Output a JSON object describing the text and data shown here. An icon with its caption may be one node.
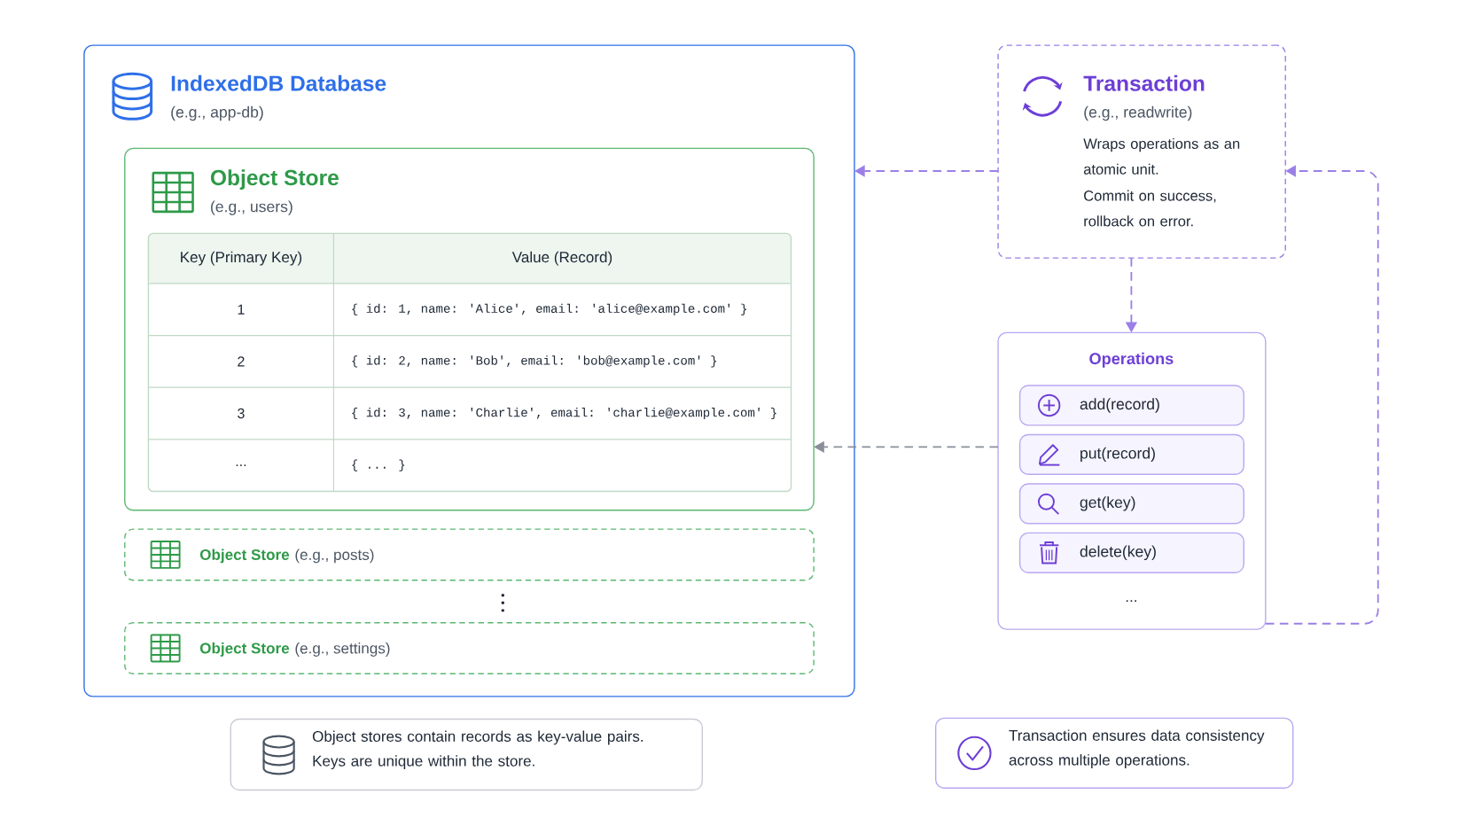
{
  "diagram": {
    "nodes": [
      {
        "text": [
          "IndexedDB Database",
          "(e.g., app-db)"
        ]
      },
      {
        "text": [
          "Object Store",
          "(e.g., users)"
        ],
        "in": 0
      },
      {
        "text": [
          "Object Store",
          "(e.g., posts)"
        ],
        "in": 0
      },
      {
        "text": [
          "Object Store",
          "(e.g., settings)"
        ],
        "in": 0
      },
      {
        "text": [
          "Transaction",
          "(e.g., readwrite)",
          "Wraps operations as an atomic unit.",
          "Commit on success, rollback on error."
        ]
      },
      {
        "text": [
          "Operations",
          "..."
        ]
      },
      {
        "text": [
          "add(record)"
        ],
        "in": 5
      },
      {
        "text": [
          "put(record)"
        ],
        "in": 5
      },
      {
        "text": [
          "get(key)"
        ],
        "in": 5
      },
      {
        "text": [
          "delete(key)"
        ],
        "in": 5
      },
      {
        "text": [
          "Object stores contain records as key-value pairs. Keys are unique within the store."
        ]
      },
      {
        "text": [
          "Transaction ensures data consistency across multiple operations."
        ]
      }
    ],
    "edges": [
      {
        "from": 4,
        "to": 0,
        "arrow": "to",
        "style": "dashed"
      },
      {
        "from": 4,
        "to": 5,
        "arrow": "to",
        "style": "dashed"
      },
      {
        "from": 5,
        "to": 1,
        "arrow": "to",
        "style": "dashed",
        "color": "#8a8f99"
      },
      {
        "from": 5,
        "to": 4,
        "arrow": "to",
        "style": "dashed"
      }
    ],
    "labels": [
      "Key (Primary Key)",
      "Value (Record)",
      "1",
      "{ id: 1, name: 'Alice', email: 'alice@example.com' }",
      "2",
      "{ id: 2, name: 'Bob', email: 'bob@example.com' }",
      "3",
      "{ id: 3, name: 'Charlie', email: 'charlie@example.com' }",
      "...",
      "{ ... }"
    ]
  }
}
